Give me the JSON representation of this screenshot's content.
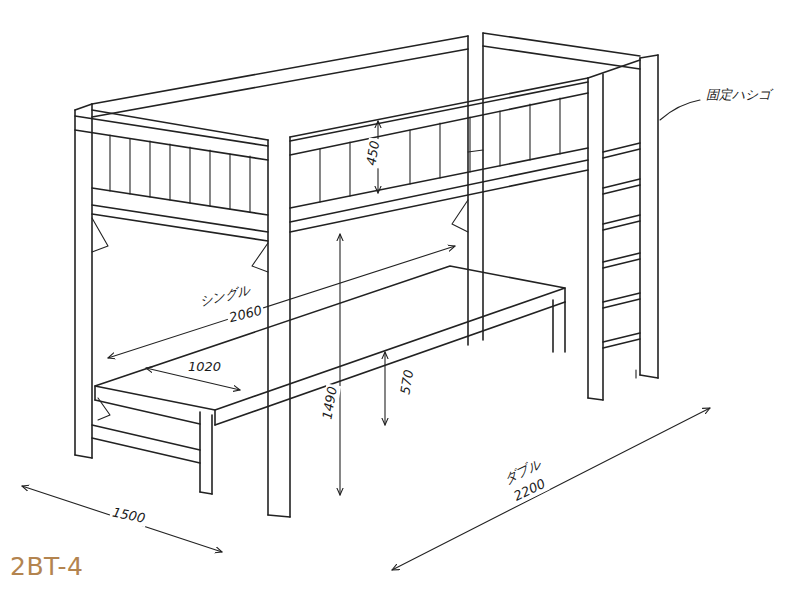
{
  "diagram": {
    "labels": [
      "固定ハシゴ",
      "450",
      "シングル",
      "2060",
      "1020",
      "1490",
      "570",
      "1500",
      "ダブル",
      "2200",
      "2BT-4"
    ]
  }
}
